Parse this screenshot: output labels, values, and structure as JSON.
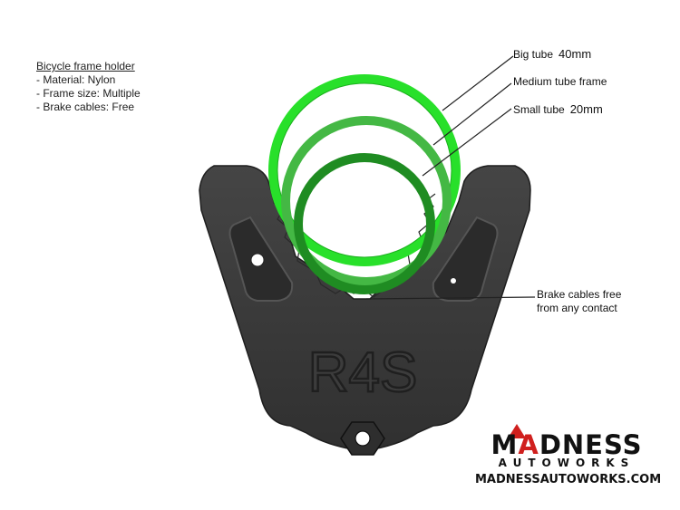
{
  "spec_block": {
    "title": "Bicycle frame holder",
    "items": [
      "- Material: Nylon",
      "- Frame size: Multiple",
      "- Brake cables: Free"
    ]
  },
  "callouts": {
    "big_tube": {
      "label": "Big tube",
      "size": "40mm",
      "color": "#22dd22"
    },
    "medium_tube": {
      "label": "Medium tube frame",
      "color": "#39b83a"
    },
    "small_tube": {
      "label": "Small tube",
      "size": "20mm",
      "color": "#1f8f23"
    },
    "brake": {
      "line1": "Brake cables free",
      "line2": "from any contact"
    }
  },
  "part": {
    "engraving": "R4S",
    "body_color": "#3a3a3a"
  },
  "logo": {
    "wordmark_pre": "M",
    "wordmark_accent": "A",
    "wordmark_post": "DNESS",
    "subtitle": "AUTOWORKS",
    "url": "MADNESSAUTOWORKS.COM",
    "accent_color": "#d0201e"
  }
}
